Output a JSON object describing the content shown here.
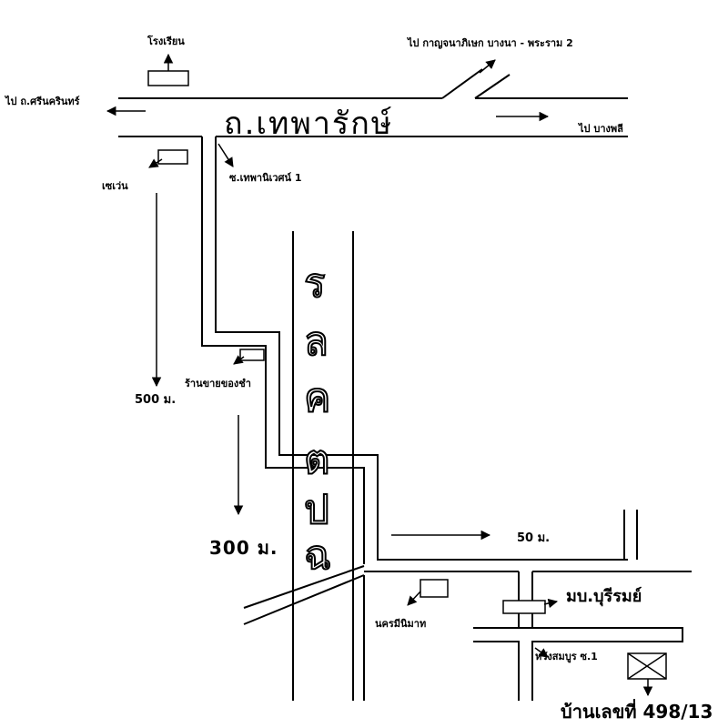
{
  "labels": {
    "school": "โรงเรียน",
    "to_srinakarin": "ไป ถ.ศรีนครินทร์",
    "to_kanchanaphisek": "ไป กาญจนาภิเษก บางนา - พระราม 2",
    "to_bangphli": "ไป บางพลี",
    "main_road": "ถ.เทพารักษ์",
    "seven_eleven": "เซเว่น",
    "soi_thepanivet": "ซ.เทพานิเวศน์ 1",
    "dist_500": "500 ม.",
    "fuel_shop": "ร้านขายของชำ",
    "dist_300": "300 ม.",
    "dist_50": "50 ม.",
    "village": "มบ.บุรีรมย์",
    "nakhon_store": "นครมีนิมาท",
    "soi_1": "หวังสมบูร ซ.1",
    "house_no": "บ้านเลขที่ 498/13"
  },
  "vertical_road_text": [
    "ร",
    "ล",
    "ค",
    "ต",
    "ป",
    "ฉ"
  ],
  "colors": {
    "ink": "#000000",
    "paper": "#ffffff"
  },
  "icons": [
    "destination-house-icon"
  ]
}
